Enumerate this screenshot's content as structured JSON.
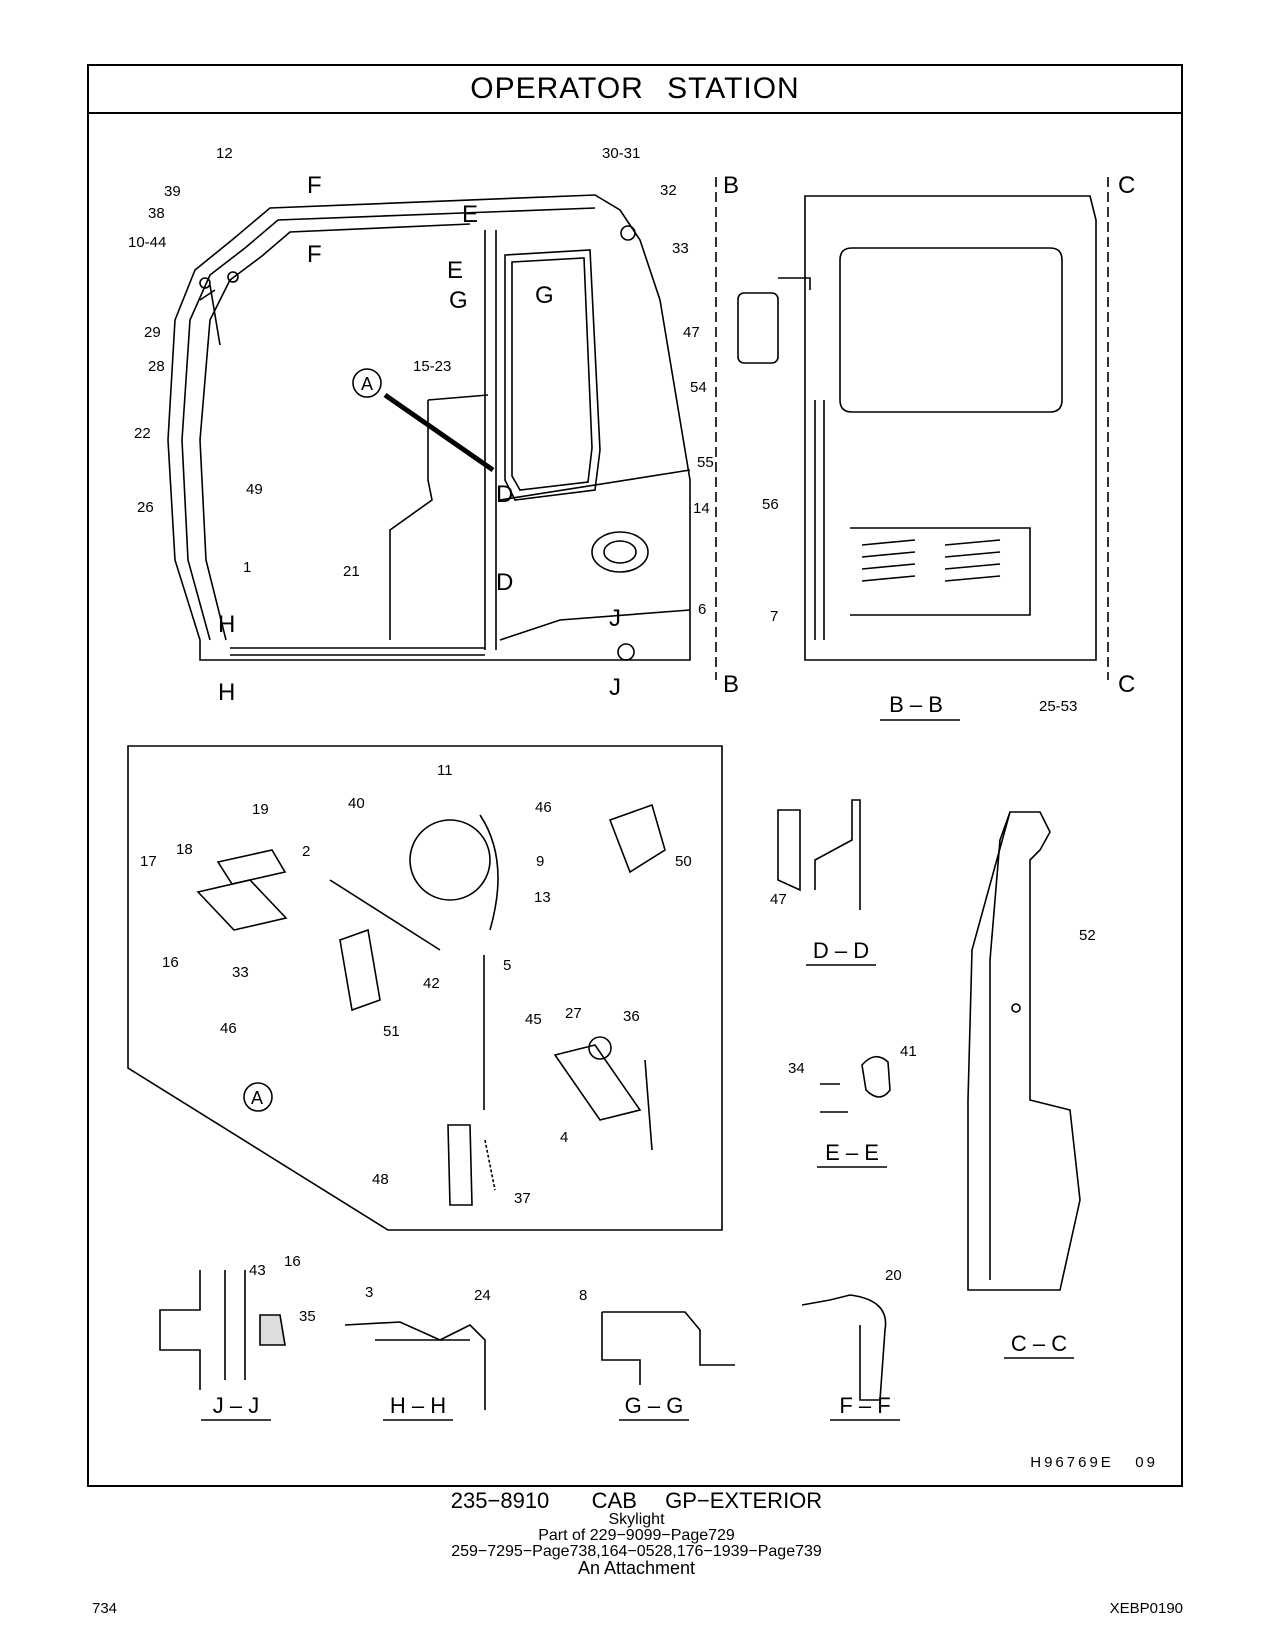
{
  "title": "OPERATOR STATION",
  "caption": {
    "main": "235−8910   CAB  GP−EXTERIOR",
    "lines": [
      "Skylight",
      "Part of 229−9099−Page729",
      "259−7295−Page738,164−0528,176−1939−Page739",
      "An Attachment"
    ]
  },
  "footer": {
    "page_number": "734",
    "document_code": "XEBP0190"
  },
  "illustration_id": "H96769E   09",
  "section_labels": {
    "bb": "B – B",
    "dd": "D – D",
    "ee": "E – E",
    "cc": "C – C",
    "jj": "J – J",
    "hh": "H – H",
    "gg": "G – G",
    "ff": "F – F"
  },
  "section_markers": [
    "A",
    "B",
    "C",
    "D",
    "E",
    "F",
    "G",
    "H",
    "J"
  ],
  "callouts": {
    "main_view": [
      "12",
      "30-31",
      "39",
      "38",
      "10-44",
      "32",
      "33",
      "29",
      "28",
      "15-23",
      "22",
      "47",
      "54",
      "55",
      "14",
      "26",
      "49",
      "1",
      "21",
      "6"
    ],
    "section_bb": [
      "56",
      "7",
      "25-53"
    ],
    "detail_a": [
      "11",
      "19",
      "40",
      "46",
      "17",
      "18",
      "2",
      "9",
      "50",
      "13",
      "16",
      "33",
      "42",
      "5",
      "46",
      "51",
      "45",
      "27",
      "36",
      "4",
      "48",
      "37"
    ],
    "section_dd": [
      "47"
    ],
    "section_ee": [
      "34",
      "41"
    ],
    "section_cc": [
      "52"
    ],
    "section_jj": [
      "43",
      "16",
      "35"
    ],
    "section_hh": [
      "3",
      "24"
    ],
    "section_gg": [
      "8"
    ],
    "section_ff": [
      "20"
    ]
  },
  "detail_marker": "A"
}
